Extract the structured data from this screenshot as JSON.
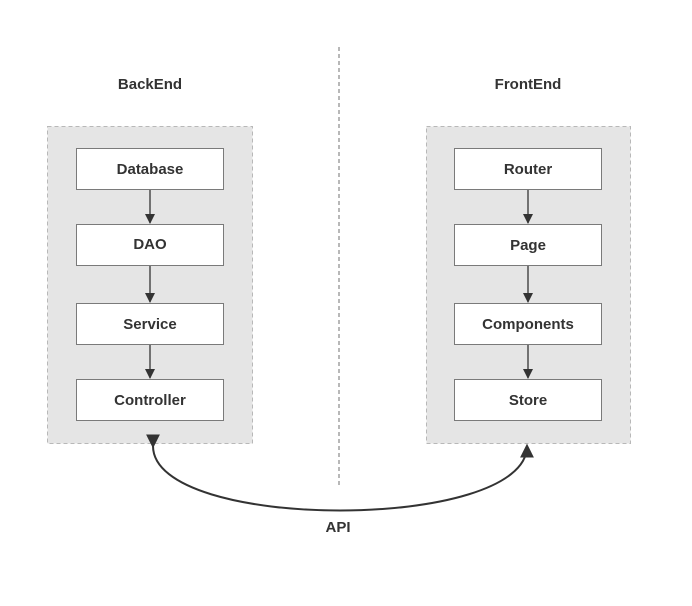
{
  "diagram": {
    "backend": {
      "title": "BackEnd",
      "nodes": [
        "Database",
        "DAO",
        "Service",
        "Controller"
      ]
    },
    "frontend": {
      "title": "FrontEnd",
      "nodes": [
        "Router",
        "Page",
        "Components",
        "Store"
      ]
    },
    "connection": {
      "label": "API"
    }
  },
  "colors": {
    "group_fill": "#e5e5e5",
    "group_border": "#b8b8b8",
    "node_fill": "#ffffff",
    "node_border": "#7a7a7a",
    "arrow": "#333333",
    "text": "#333333",
    "divider": "#888888"
  }
}
